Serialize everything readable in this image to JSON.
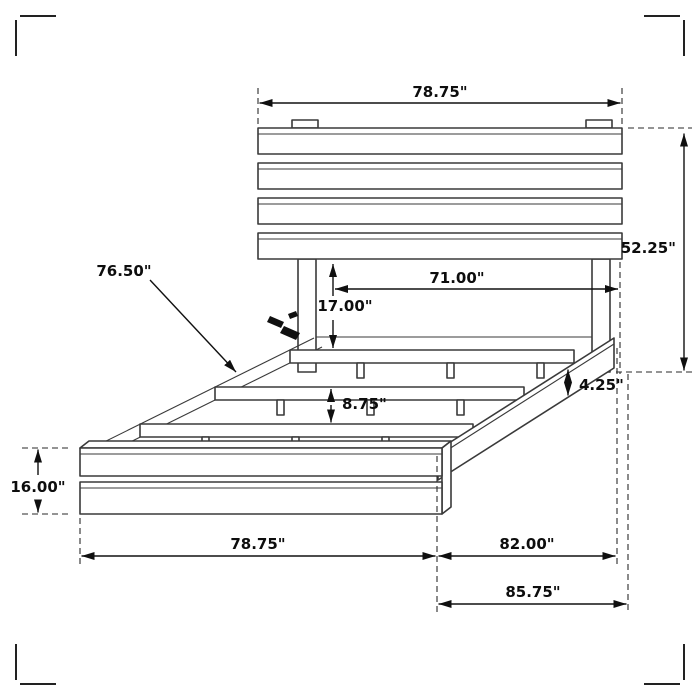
{
  "diagram": {
    "type": "furniture-dimension-drawing",
    "subject": "platform-bed-frame",
    "dimensions": {
      "top_width": "78.75\"",
      "headboard_height": "52.25\"",
      "rail_length": "76.50\"",
      "interior_width": "71.00\"",
      "headboard_to_rail": "17.00\"",
      "slat_assembly_height": "8.75\"",
      "side_rail_width": "4.25\"",
      "footboard_height": "16.00\"",
      "footboard_width": "78.75\"",
      "frame_length": "82.00\"",
      "overall_length": "85.75\""
    },
    "colors": {
      "background": "#ffffff",
      "line": "#3a3a3a",
      "dimension_text": "#0d0d0d"
    }
  }
}
